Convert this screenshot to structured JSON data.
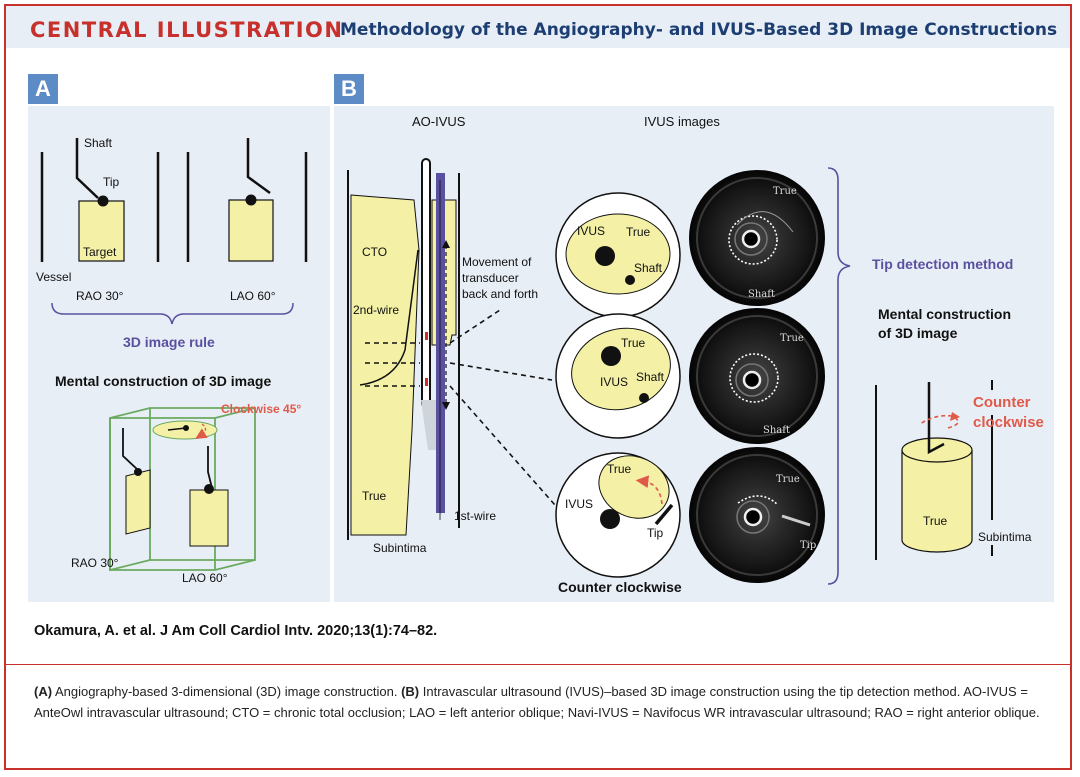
{
  "header": {
    "label": "CENTRAL ILLUSTRATION",
    "title": "Methodology of the Angiography- and IVUS-Based 3D Image Constructions"
  },
  "panel_a": {
    "badge": "A",
    "shaft": "Shaft",
    "tip": "Tip",
    "target": "Target",
    "vessel": "Vessel",
    "rao": "RAO 30°",
    "lao": "LAO 60°",
    "rule": "3D image rule",
    "mental": "Mental construction of 3D image",
    "clockwise": "Clockwise 45°",
    "cube_rao": "RAO 30°",
    "cube_lao": "LAO 60°"
  },
  "panel_b": {
    "badge": "B",
    "ao_ivus": "AO-IVUS",
    "ivus_images": "IVUS images",
    "cto": "CTO",
    "second_wire": "2nd-wire",
    "true_label": "True",
    "subintima": "Subintima",
    "first_wire": "1st-wire",
    "movement": [
      "Movement of",
      "transducer",
      "back and forth"
    ],
    "circles": [
      {
        "ivus": "IVUS",
        "true": "True",
        "shaft": "Shaft"
      },
      {
        "true": "True",
        "ivus": "IVUS",
        "shaft": "Shaft"
      },
      {
        "true": "True",
        "ivus": "IVUS",
        "tip": "Tip"
      }
    ],
    "counter_clockwise": "Counter clockwise",
    "us_images": [
      {
        "true": "True",
        "shaft": "Shaft"
      },
      {
        "true": "True",
        "shaft": "Shaft"
      },
      {
        "true": "True",
        "tip": "Tip"
      }
    ],
    "tip_method": "Tip detection method",
    "mental": [
      "Mental construction",
      "of 3D image"
    ],
    "counter": [
      "Counter",
      "clockwise"
    ],
    "cyl_true": "True",
    "cyl_subintima": "Subintima"
  },
  "citation": "Okamura, A. et al. J Am Coll Cardiol Intv. 2020;13(1):74–82.",
  "caption": {
    "a_label": "(A)",
    "a_text": " Angiography-based 3-dimensional (3D) image construction. ",
    "b_label": "(B)",
    "b_text": " Intravascular ultrasound (IVUS)–based 3D image construction using the tip detection method. AO-IVUS = AnteOwl intravascular ultrasound; CTO = chronic total occlusion; LAO = left anterior oblique; Navi-IVUS = Navifocus WR intravascular ultrasound; RAO = right anterior oblique."
  },
  "colors": {
    "red": "#c8302c",
    "navy": "#1d3e72",
    "panel": "#e8eef6",
    "badge": "#5d8bc5",
    "yellow": "#f4f1a6",
    "purple": "#5a50a0",
    "green": "#6aaa60"
  }
}
